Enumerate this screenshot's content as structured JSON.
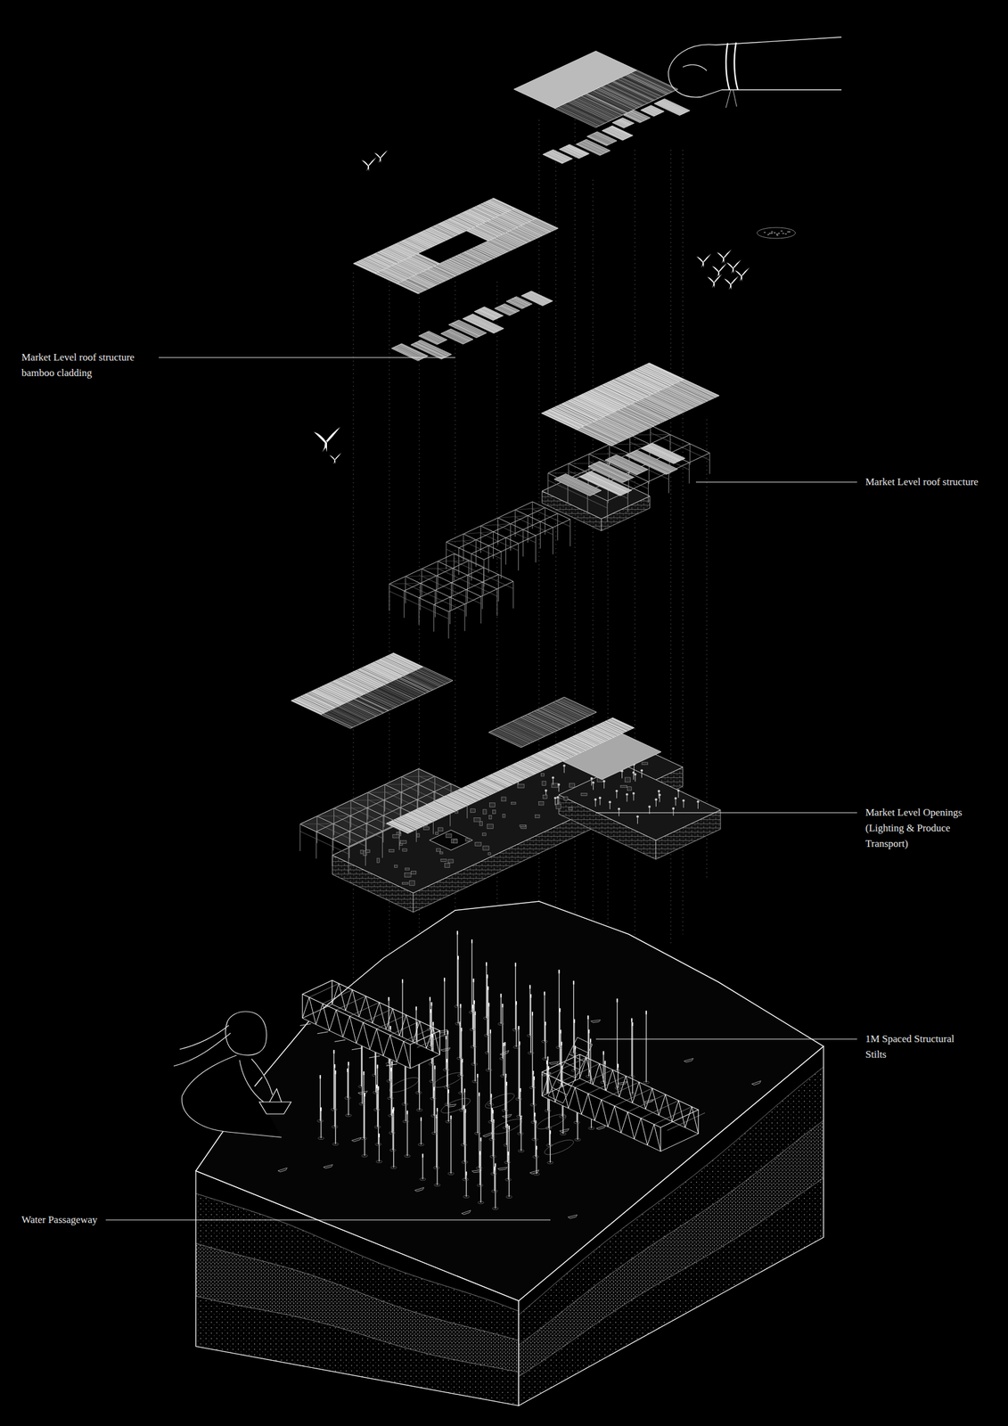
{
  "diagram": {
    "labels": [
      "Market Level roof structure bamboo cladding",
      "Market Level roof structure",
      "Market Level Openings (Lighting & Produce Transport)",
      "1M Spaced Structural Stilts",
      "Water Passageway"
    ]
  }
}
